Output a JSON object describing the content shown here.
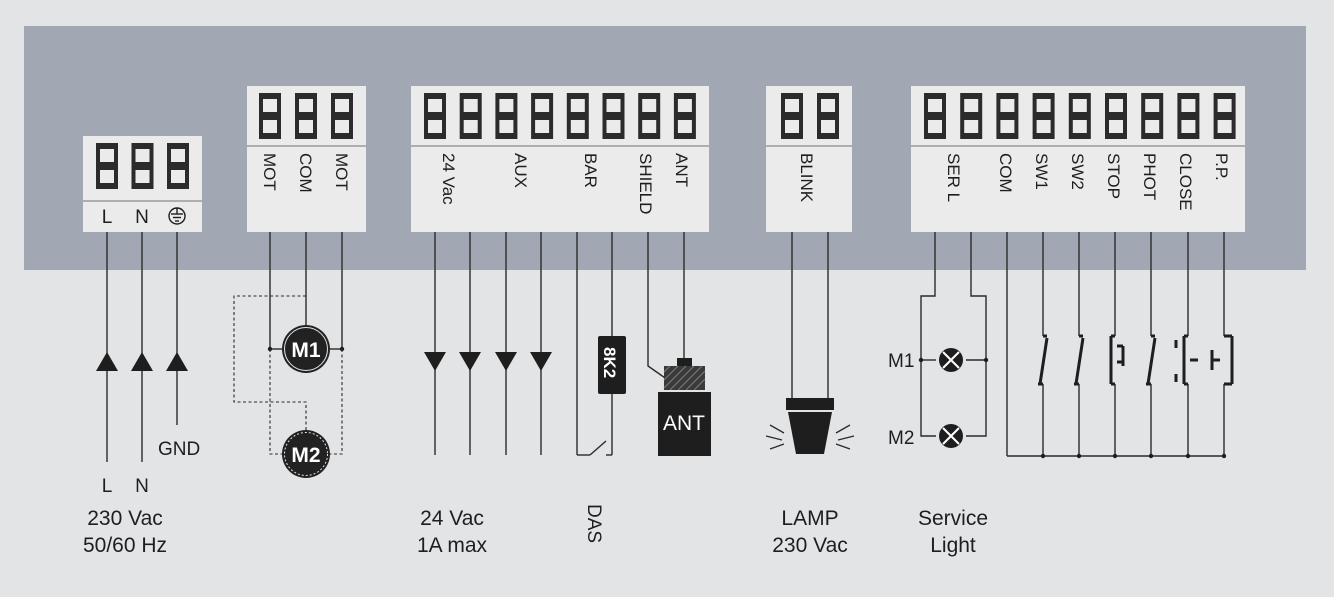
{
  "power": {
    "terminals": [
      "L",
      "N"
    ],
    "gnd_label": "GND",
    "wire_labels": [
      "L",
      "N"
    ],
    "caption_line1": "230 Vac",
    "caption_line2": "50/60 Hz"
  },
  "motor": {
    "terminals": [
      "MOT",
      "COM",
      "MOT"
    ],
    "m1": "M1",
    "m2": "M2"
  },
  "accessories": {
    "terminals": [
      "24 Vac",
      "",
      "AUX",
      "",
      "BAR",
      "",
      "SHIELD",
      "ANT"
    ],
    "resistor": "8K2",
    "antenna": "ANT",
    "caption_24v_line1": "24 Vac",
    "caption_24v_line2": "1A max",
    "caption_das": "DAS"
  },
  "blink": {
    "terminals": [
      "BLINK"
    ],
    "caption_line1": "LAMP",
    "caption_line2": "230 Vac"
  },
  "inputs": {
    "terminals": [
      "",
      "SER L",
      "COM",
      "SW1",
      "SW2",
      "STOP",
      "PHOT",
      "CLOSE",
      "P.P."
    ],
    "m1": "M1",
    "m2": "M2",
    "caption_line1": "Service",
    "caption_line2": "Light"
  }
}
